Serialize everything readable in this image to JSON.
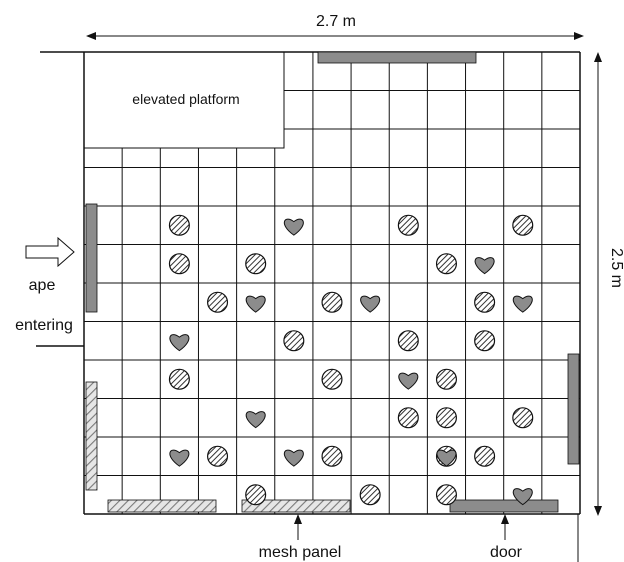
{
  "labels": {
    "width_dimension": "2.7 m",
    "height_dimension": "2.5 m",
    "platform": "elevated platform",
    "ape": "ape",
    "entering": "entering",
    "mesh_panel": "mesh panel",
    "door": "door"
  },
  "grid": {
    "columns": 13,
    "rows": 12
  },
  "markers": {
    "striped_circles": [
      [
        2,
        4
      ],
      [
        8,
        4
      ],
      [
        11,
        4
      ],
      [
        2,
        5
      ],
      [
        4,
        5
      ],
      [
        9,
        5
      ],
      [
        3,
        6
      ],
      [
        6,
        6
      ],
      [
        10,
        6
      ],
      [
        5,
        7
      ],
      [
        8,
        7
      ],
      [
        10,
        7
      ],
      [
        2,
        8
      ],
      [
        6,
        8
      ],
      [
        9,
        8
      ],
      [
        8,
        9
      ],
      [
        9,
        9
      ],
      [
        11,
        9
      ],
      [
        3,
        10
      ],
      [
        6,
        10
      ],
      [
        9,
        10
      ],
      [
        10,
        10
      ],
      [
        4,
        11
      ],
      [
        7,
        11
      ],
      [
        9,
        11
      ]
    ],
    "hearts": [
      [
        5,
        4
      ],
      [
        10,
        5
      ],
      [
        4,
        6
      ],
      [
        7,
        6
      ],
      [
        11,
        6
      ],
      [
        2,
        7
      ],
      [
        8,
        8
      ],
      [
        4,
        9
      ],
      [
        2,
        10
      ],
      [
        5,
        10
      ],
      [
        9,
        10
      ],
      [
        11,
        11
      ]
    ]
  },
  "colors": {
    "wall": "#111111",
    "grid_line": "#111111",
    "panel_fill": "#8c8c8c",
    "hatch_fill": "#bdbdbd",
    "heart_fill": "#8c8c8c"
  }
}
